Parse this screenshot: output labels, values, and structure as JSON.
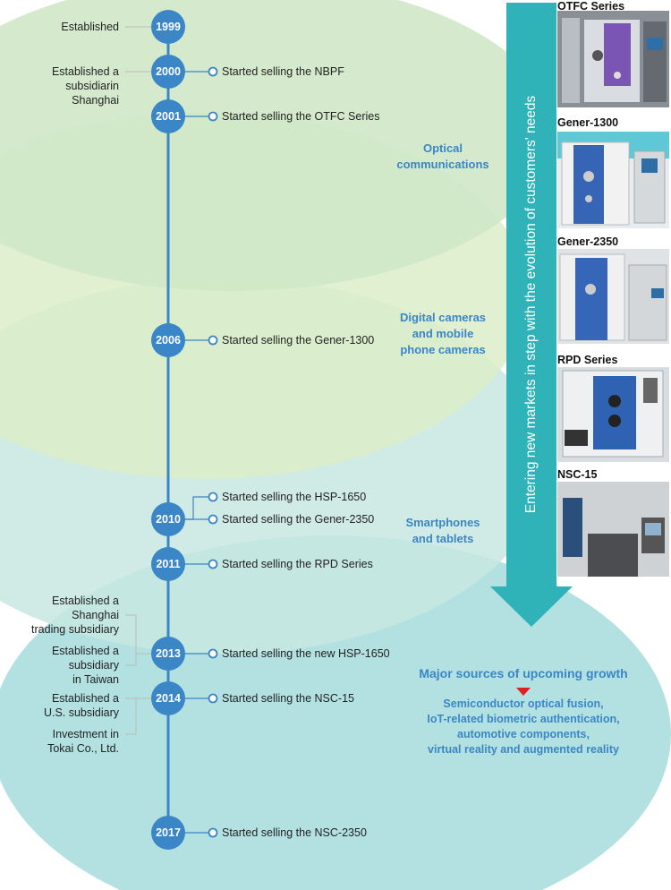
{
  "colors": {
    "timeline": "#3a86c6",
    "arrow": "#2fb3b8",
    "market_text": "#3a86c6",
    "growth_marker": "#e02020"
  },
  "timeline": [
    {
      "year": "1999",
      "left": [
        "Established"
      ],
      "right": []
    },
    {
      "year": "2000",
      "left": [
        "Established a",
        "subsidiarin",
        "Shanghai"
      ],
      "right": [
        "Started selling the NBPF"
      ]
    },
    {
      "year": "2001",
      "left": [],
      "right": [
        "Started selling the OTFC Series"
      ]
    },
    {
      "year": "2006",
      "left": [],
      "right": [
        "Started selling the Gener-1300"
      ]
    },
    {
      "year": "2010",
      "left": [],
      "right": [
        "Started selling the HSP-1650",
        "Started selling the Gener-2350"
      ]
    },
    {
      "year": "2011",
      "left": [],
      "right": [
        "Started selling the RPD Series"
      ]
    },
    {
      "year": "2013",
      "left": [
        "Established a",
        "Shanghai",
        "trading subsidiary",
        "Established a",
        "subsidiary",
        "in Taiwan"
      ],
      "right": [
        "Started selling the new HSP-1650"
      ]
    },
    {
      "year": "2014",
      "left": [
        "Established a",
        "U.S. subsidiary",
        "Investment in",
        "Tokai Co., Ltd."
      ],
      "right": [
        "Started selling the NSC-15"
      ]
    },
    {
      "year": "2017",
      "left": [],
      "right": [
        "Started selling the NSC-2350"
      ]
    }
  ],
  "markets": [
    {
      "lines": [
        "Optical",
        "communications"
      ]
    },
    {
      "lines": [
        "Digital cameras",
        "and mobile",
        "phone cameras"
      ]
    },
    {
      "lines": [
        "Smartphones",
        "and tablets"
      ]
    }
  ],
  "arrow_text": "Entering new markets in step with the evolution of customers' needs",
  "growth": {
    "title": "Major sources of upcoming growth",
    "items": [
      "Semiconductor optical fusion,",
      "IoT-related biometric authentication,",
      "automotive components,",
      "virtual reality and augmented reality"
    ]
  },
  "products": [
    {
      "label": "OTFC Series",
      "icon": "otfc-machine-photo"
    },
    {
      "label": "Gener-1300",
      "icon": "gener1300-machine-photo"
    },
    {
      "label": "Gener-2350",
      "icon": "gener2350-machine-photo"
    },
    {
      "label": "RPD Series",
      "icon": "rpd-machine-photo"
    },
    {
      "label": "NSC-15",
      "icon": "nsc15-machine-photo"
    }
  ]
}
